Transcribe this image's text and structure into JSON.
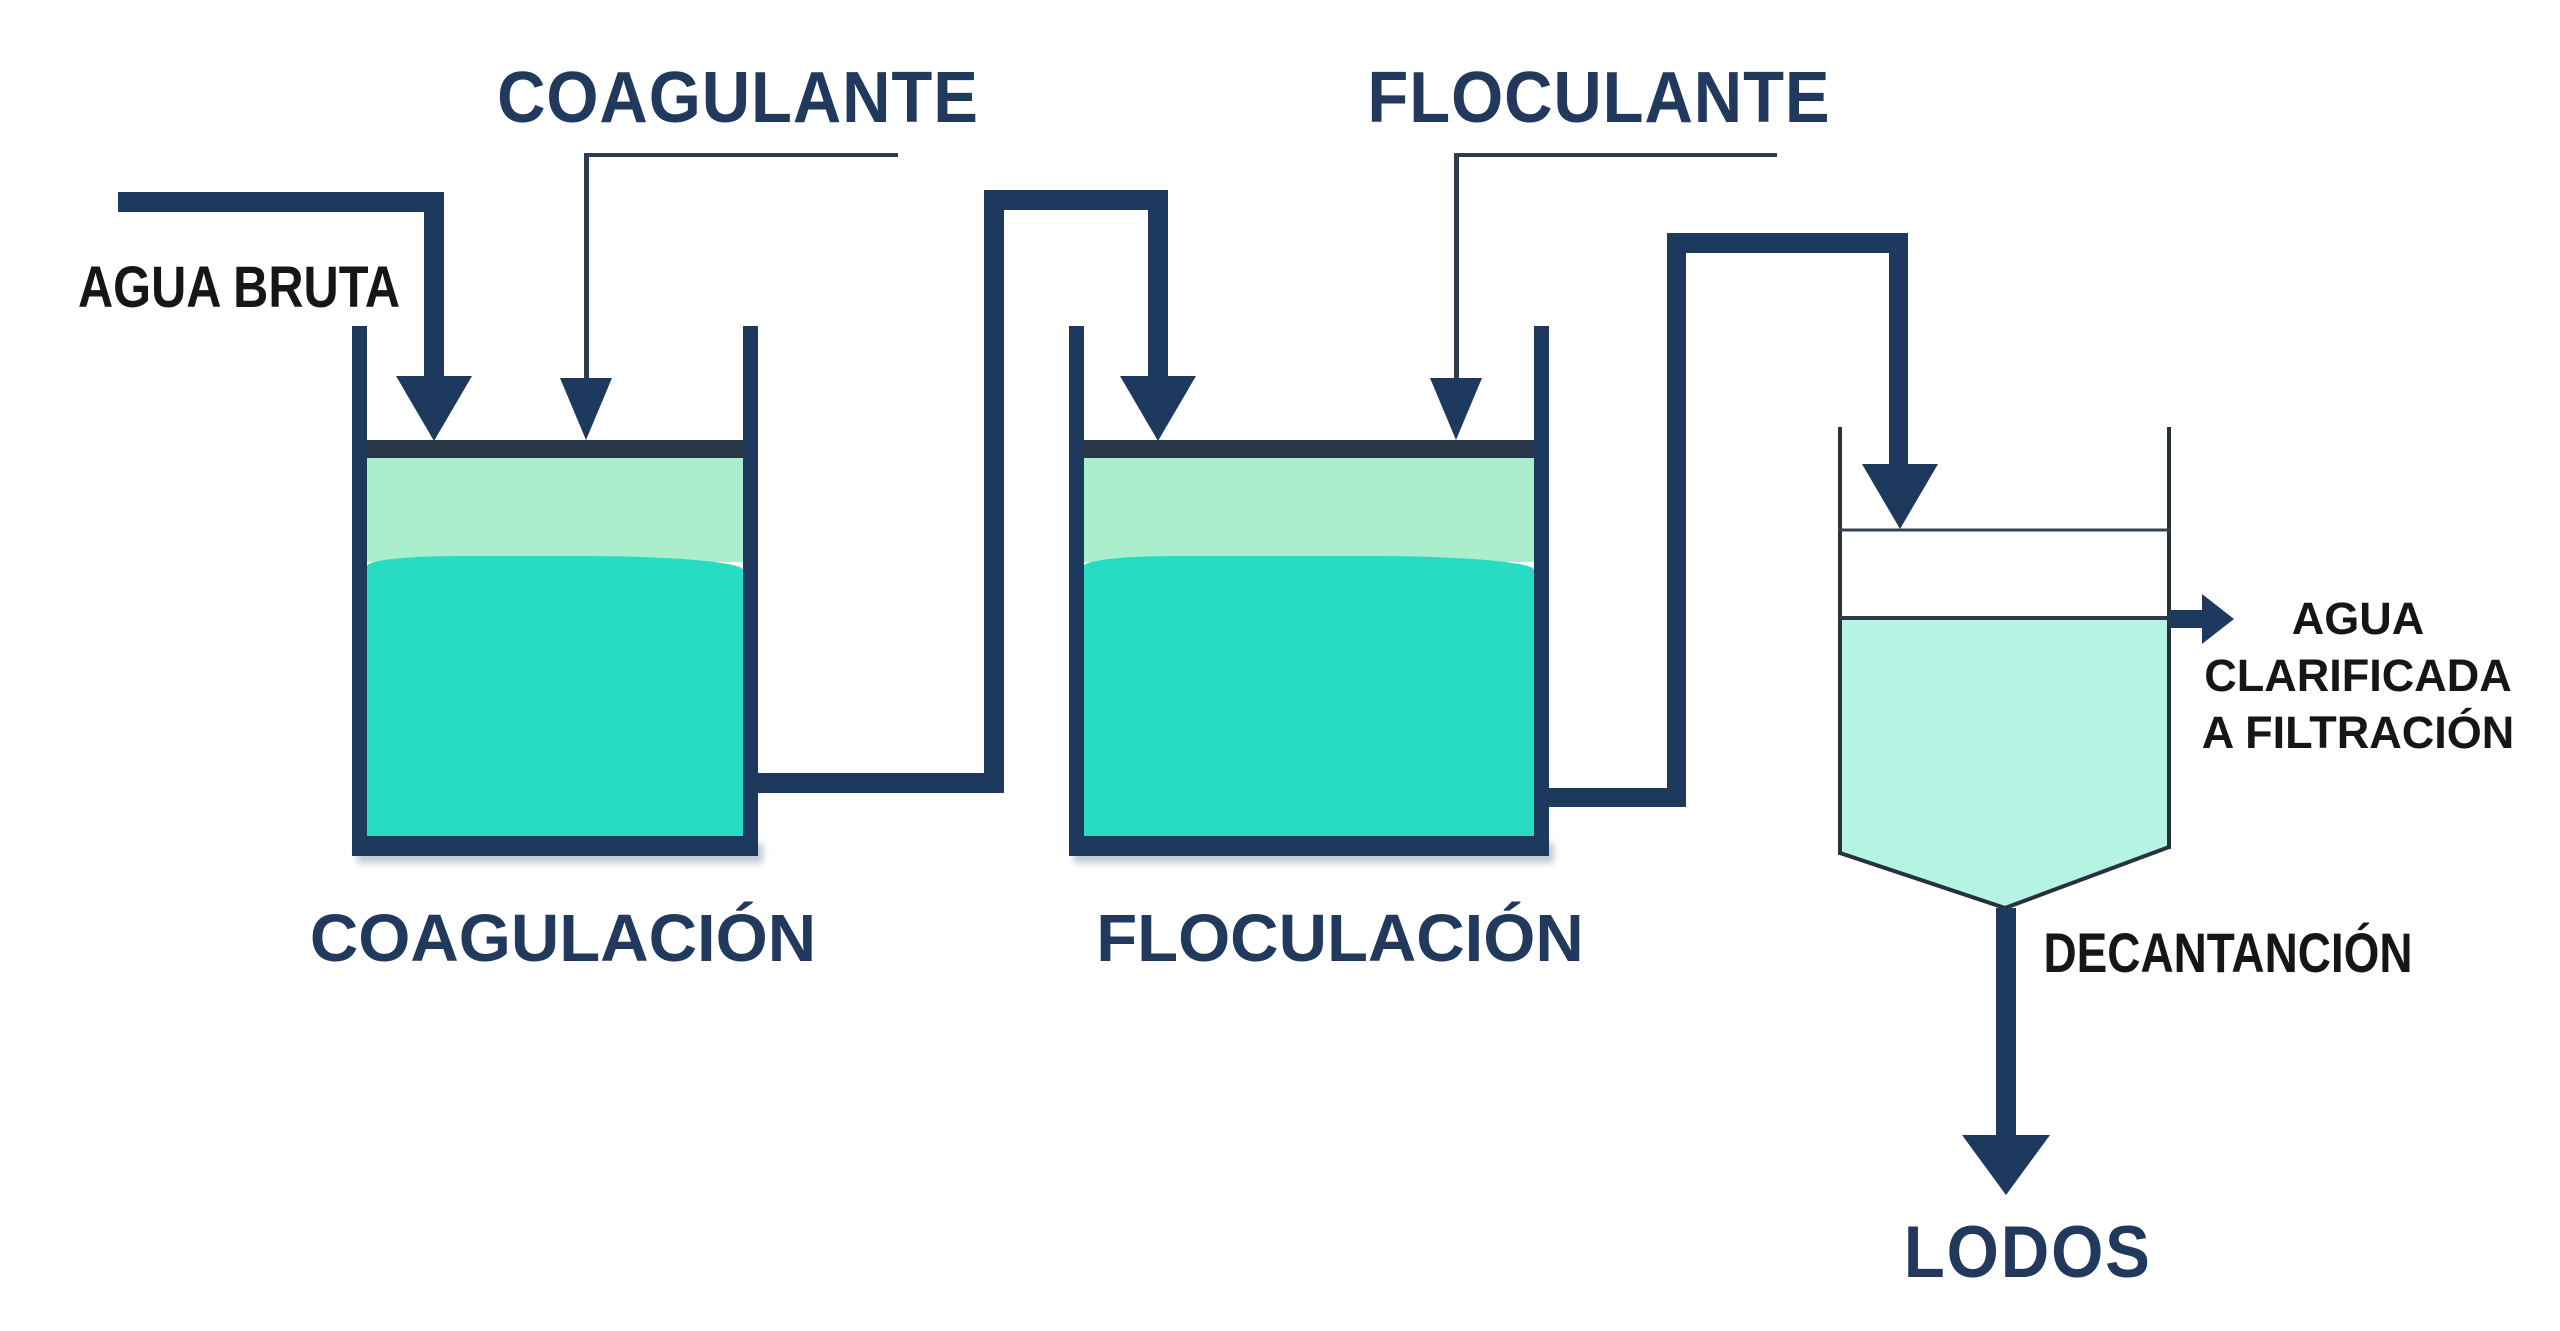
{
  "colors": {
    "pipe_navy": "#1d3a5e",
    "tank_rim_dark": "#273748",
    "water_upper_light_green": "#aaeecb",
    "water_lower_teal": "#28dcc4",
    "clarified_water_aqua": "#b5f3e2",
    "navy_label_text": "#20395c",
    "black_label_text": "#161616",
    "background": "#ffffff"
  },
  "labels": {
    "agua_bruta": "AGUA BRUTA",
    "coagulante": "COAGULANTE",
    "floculante": "FLOCULANTE",
    "coagulacion": "COAGULACIÓN",
    "floculacion": "FLOCULACIÓN",
    "decantacion": "DECANTANCIÓN",
    "agua_clarificada": [
      "AGUA",
      "CLARIFICADA",
      "A FILTRACIÓN"
    ],
    "lodos": "LODOS"
  }
}
